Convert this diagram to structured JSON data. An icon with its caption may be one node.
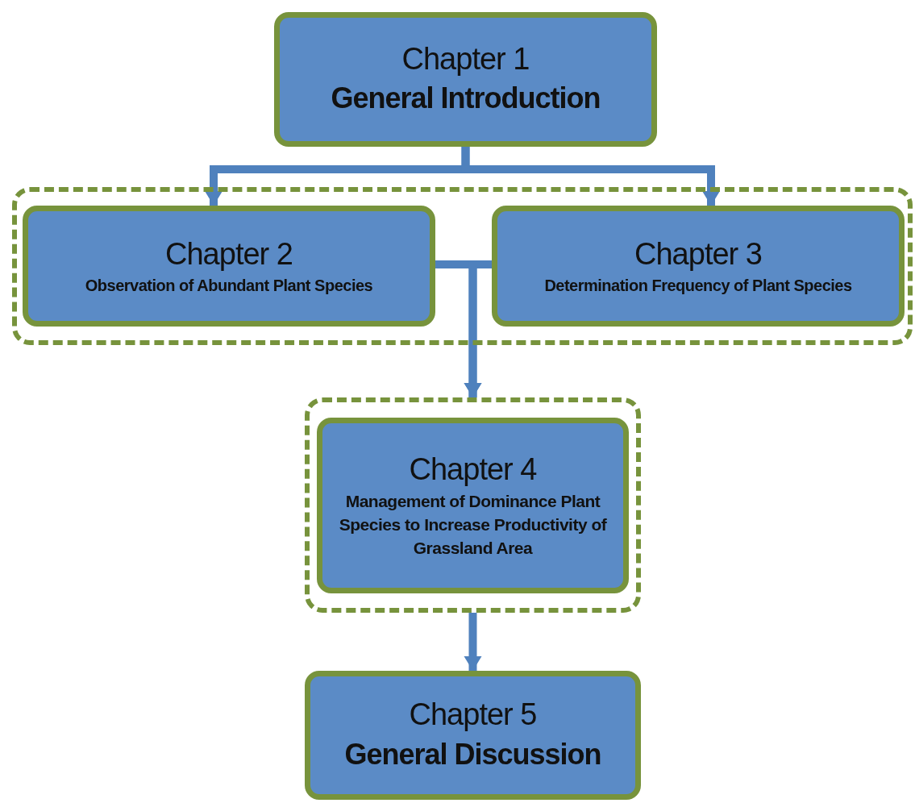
{
  "diagram": {
    "nodes": [
      {
        "text": [
          "Chapter 1",
          "General Introduction"
        ]
      },
      {
        "text": [],
        "shape": "box"
      },
      {
        "text": [
          "Chapter 2",
          "Observation of Abundant Plant Species"
        ],
        "in": 1
      },
      {
        "text": [
          "Chapter 3",
          "Determination Frequency of Plant Species"
        ],
        "in": 1
      },
      {
        "text": [],
        "shape": "box"
      },
      {
        "text": [
          "Chapter 4",
          "Management of Dominance Plant Species to Increase Productivity of Grassland Area"
        ],
        "in": 4
      },
      {
        "text": [
          "Chapter 5",
          "General Discussion"
        ]
      }
    ],
    "edges": [
      {
        "from": 0,
        "to": 2,
        "arrow": "to"
      },
      {
        "from": 0,
        "to": 3,
        "arrow": "to"
      },
      {
        "from": 2,
        "to": 4,
        "arrow": "to"
      },
      {
        "from": 3,
        "to": 4,
        "arrow": "to"
      },
      {
        "from": 4,
        "to": 6,
        "arrow": "to"
      }
    ]
  }
}
